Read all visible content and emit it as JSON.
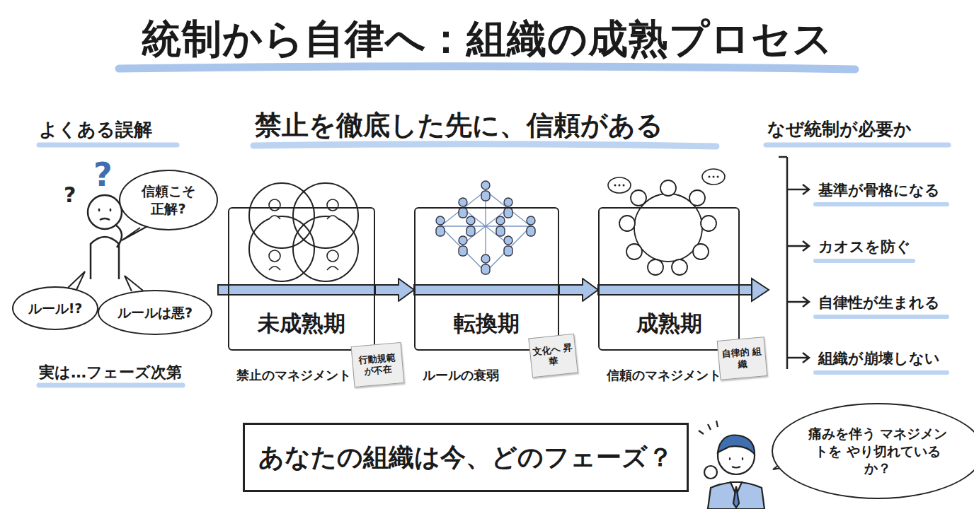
{
  "diagram": {
    "title": "統制から自律へ：組織の成熟プロセス",
    "nodes": [
      {
        "text": [
          "信頼こそ 正解?"
        ]
      },
      {
        "text": [
          "ルール!?"
        ]
      },
      {
        "text": [
          "ルールは悪?"
        ]
      },
      {
        "text": [
          "未成熟期",
          "禁止のマネジメント"
        ]
      },
      {
        "text": [
          "行動規範 が不在"
        ],
        "in": 3
      },
      {
        "text": [
          "転換期",
          "ルールの衰弱"
        ]
      },
      {
        "text": [
          "文化へ 昇華"
        ],
        "in": 5
      },
      {
        "text": [
          "成熟期",
          "信頼のマネジメント"
        ]
      },
      {
        "text": [
          "自律的 組織"
        ],
        "in": 7
      },
      {
        "text": [
          "あなたの組織は今、どのフェーズ？"
        ]
      },
      {
        "text": [
          "痛みを伴う マネジメントを やり切れているか？"
        ]
      }
    ],
    "edges": [
      {
        "from": 3,
        "to": 5,
        "arrow": "to"
      },
      {
        "from": 5,
        "to": 7,
        "arrow": "to"
      }
    ],
    "labels": [
      "よくある誤解",
      "禁止を徹底した先に、信頼がある",
      "なぜ統制が必要か",
      "実は…フェーズ次第",
      "基準が骨格になる",
      "カオスを防ぐ",
      "自律性が生まれる",
      "組織が崩壊しない",
      "?",
      "?"
    ]
  }
}
